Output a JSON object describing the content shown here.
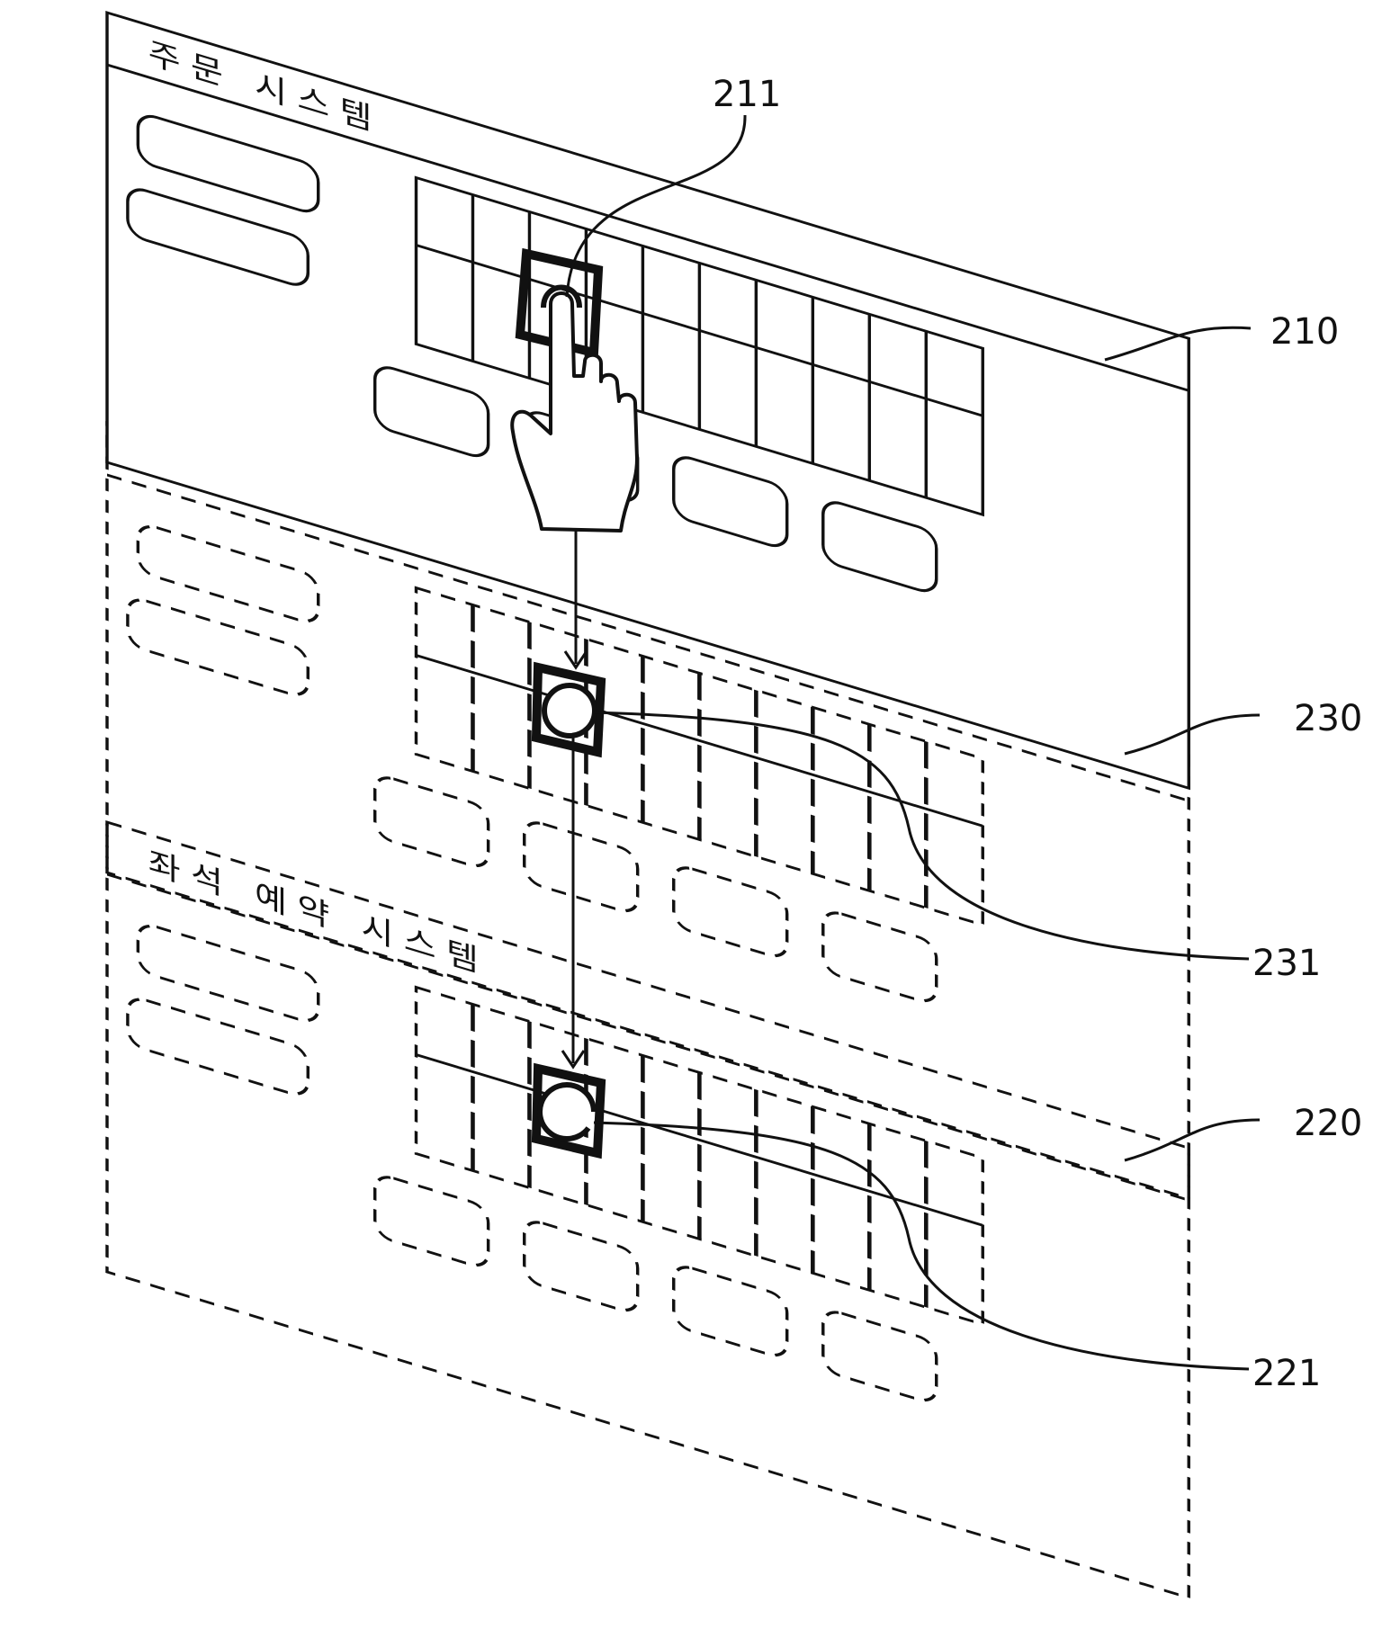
{
  "colors": {
    "ink": "#111111",
    "background": "#ffffff"
  },
  "panels": [
    {
      "id": "order-system",
      "title": "주문 시스템",
      "ref": "210",
      "style": "solid"
    },
    {
      "id": "seat-sales-calc",
      "title": "좌석 매출 계산",
      "ref": "230",
      "style": "dashed"
    },
    {
      "id": "seat-reservation",
      "title": "좌석 예약 시스템",
      "ref": "220",
      "style": "dashed"
    }
  ],
  "refs": {
    "selected_seat": "211",
    "sales_seat": "231",
    "reservation_seat": "221"
  },
  "icons": {
    "touch": "pointing-hand-icon",
    "seat": "seat-icon"
  }
}
